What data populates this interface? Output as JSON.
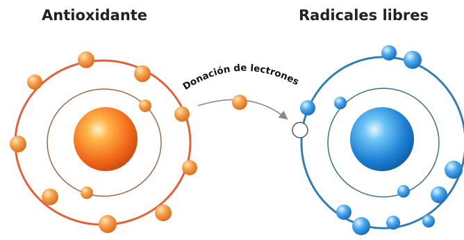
{
  "labels": {
    "antioxidant": "Antioxidante",
    "free_radicals": "Radicales libres",
    "donation": "Donación de lectrones"
  },
  "colors": {
    "orange_orbit": "#e0603a",
    "orange_electron": "#f08a2c",
    "blue_orbit": "#2f7fb5",
    "blue_electron": "#2a8fe0",
    "arrow": "#8a8a8a",
    "title_text": "#222222"
  },
  "diagram": {
    "antioxidant_electrons": 12,
    "radical_electrons": 11,
    "donated_electrons": 1,
    "vacancies": 1
  }
}
